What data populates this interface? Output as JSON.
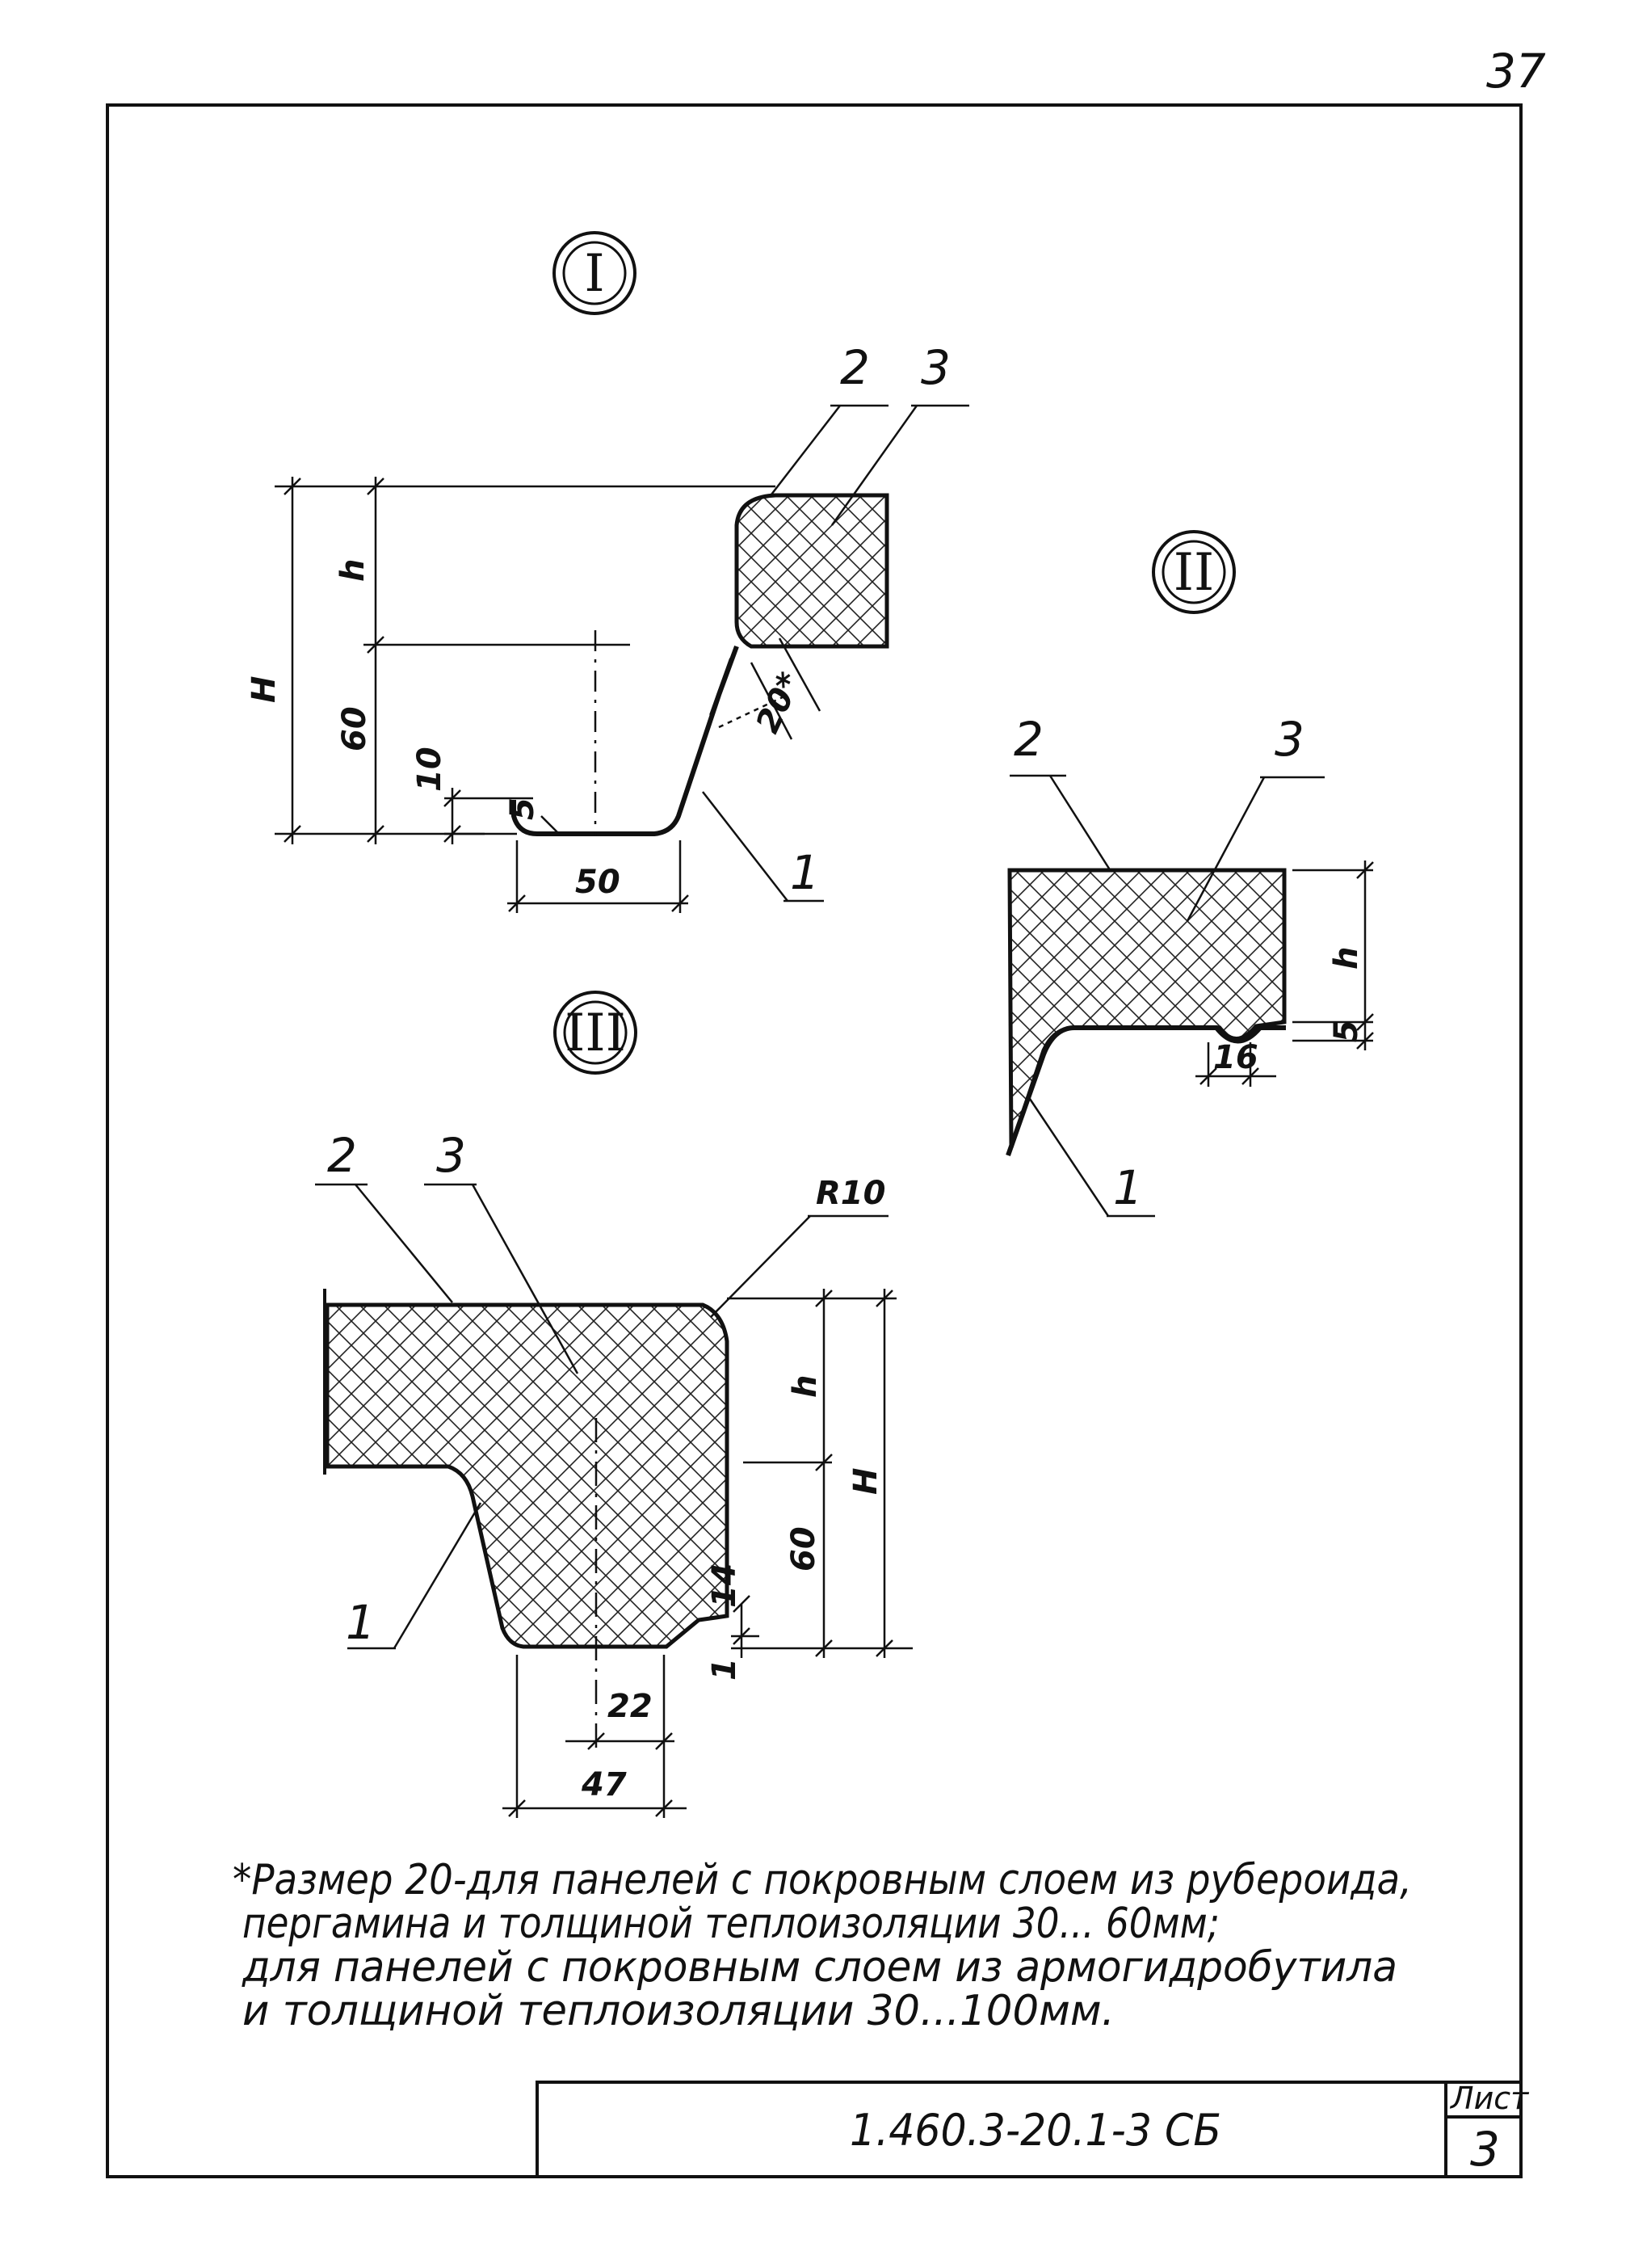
{
  "page_number": "37",
  "details": {
    "I": {
      "marker": "I",
      "callouts": [
        "2",
        "3",
        "1"
      ],
      "dims": {
        "H": "H",
        "h": "h",
        "d60": "60",
        "d10": "10",
        "d5": "5",
        "d50": "50",
        "d20": "20*"
      }
    },
    "II": {
      "marker": "II",
      "callouts": [
        "2",
        "3",
        "1"
      ],
      "dims": {
        "h": "h",
        "d5": "5",
        "d16": "16"
      }
    },
    "III": {
      "marker": "III",
      "callouts": [
        "2",
        "3",
        "1"
      ],
      "dims": {
        "R10": "R10",
        "h": "h",
        "H": "H",
        "d60": "60",
        "d14": "14",
        "d1": "1",
        "d22": "22",
        "d47": "47"
      }
    }
  },
  "footnote": {
    "lines": [
      "*Размер 20-для панелей с покровным слоем из рубероида,",
      "пергамина и толщиной теплоизоляции 30... 60мм;",
      "для панелей с покровным слоем из армогидробутила",
      "и толщиной теплоизоляции 30...100мм."
    ]
  },
  "title_block": {
    "code": "1.460.3-20.1-3 СБ",
    "sheet_label": "Лист",
    "sheet_number": "3"
  },
  "colors": {
    "ink": "#111111",
    "paper": "#ffffff"
  }
}
